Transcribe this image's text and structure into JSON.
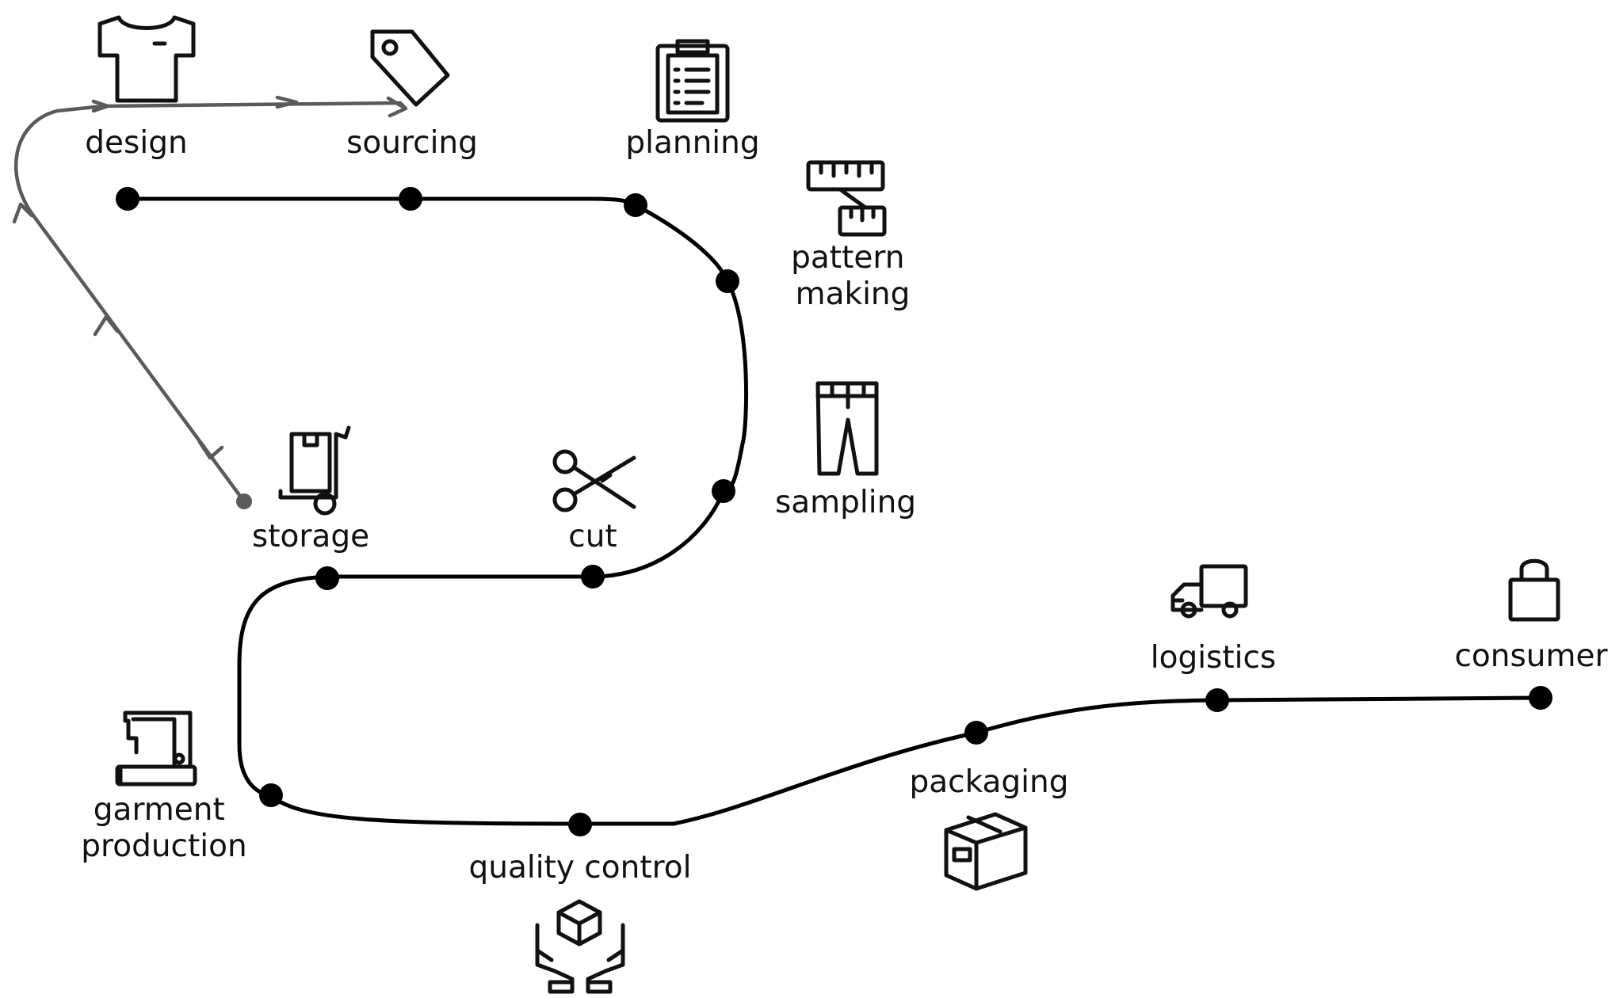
{
  "stages": [
    {
      "id": "design",
      "lines": [
        "design"
      ],
      "icon": "tshirt-icon"
    },
    {
      "id": "sourcing",
      "lines": [
        "sourcing"
      ],
      "icon": "tag-icon"
    },
    {
      "id": "planning",
      "lines": [
        "planning"
      ],
      "icon": "clipboard-icon"
    },
    {
      "id": "pattern-making",
      "lines": [
        "pattern",
        "making"
      ],
      "icon": "measuring-tape-icon"
    },
    {
      "id": "sampling",
      "lines": [
        "sampling"
      ],
      "icon": "trousers-icon"
    },
    {
      "id": "cut",
      "lines": [
        "cut"
      ],
      "icon": "scissors-icon"
    },
    {
      "id": "storage",
      "lines": [
        "storage"
      ],
      "icon": "hand-truck-icon"
    },
    {
      "id": "garment-production",
      "lines": [
        "garment",
        "production"
      ],
      "icon": "sewing-machine-icon"
    },
    {
      "id": "quality-control",
      "lines": [
        "quality control"
      ],
      "icon": "hands-box-icon"
    },
    {
      "id": "packaging",
      "lines": [
        "packaging"
      ],
      "icon": "box-icon"
    },
    {
      "id": "logistics",
      "lines": [
        "logistics"
      ],
      "icon": "truck-icon"
    },
    {
      "id": "consumer",
      "lines": [
        "consumer"
      ],
      "icon": "shopping-bag-icon"
    }
  ],
  "colors": {
    "line": "#000000",
    "loop": "#5a5a5a",
    "icon": "#111111",
    "background": "#ffffff"
  }
}
